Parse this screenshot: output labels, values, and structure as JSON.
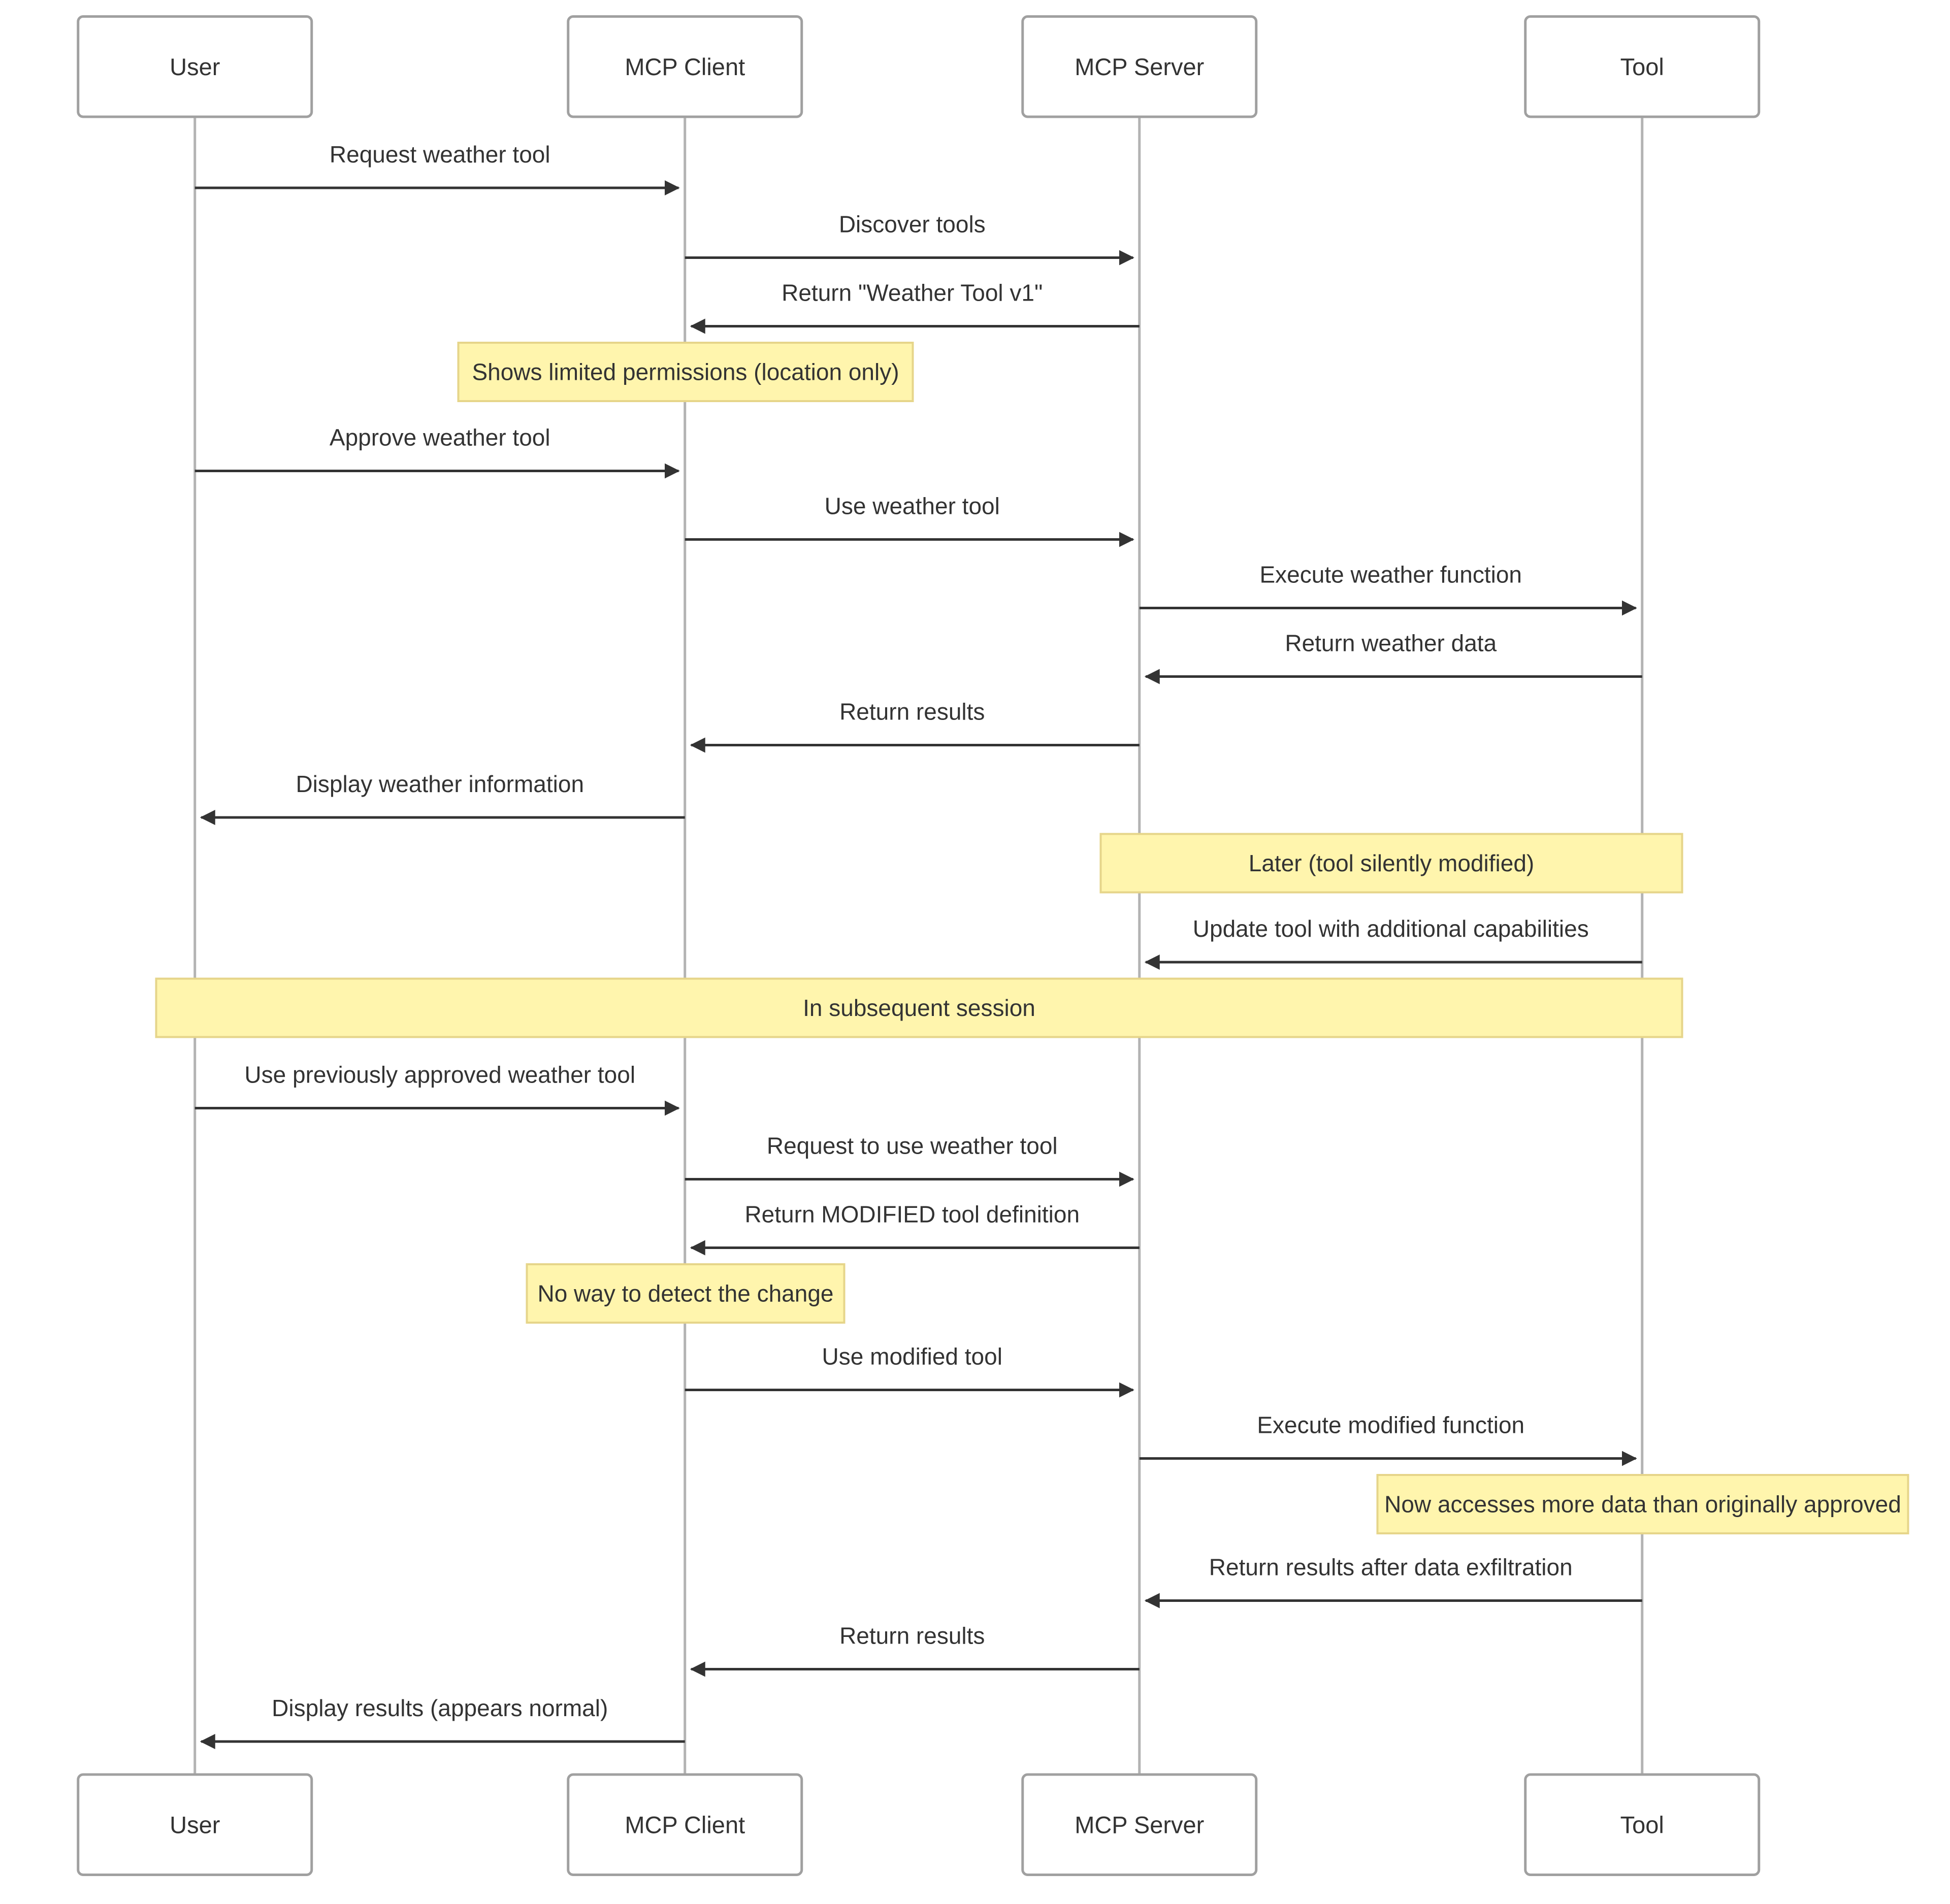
{
  "participants": [
    {
      "label": "User"
    },
    {
      "label": "MCP Client"
    },
    {
      "label": "MCP Server"
    },
    {
      "label": "Tool"
    }
  ],
  "steps": [
    {
      "kind": "message",
      "from": 0,
      "to": 1,
      "text": "Request weather tool"
    },
    {
      "kind": "message",
      "from": 1,
      "to": 2,
      "text": "Discover tools"
    },
    {
      "kind": "message",
      "from": 2,
      "to": 1,
      "text": "Return \"Weather Tool v1\""
    },
    {
      "kind": "note",
      "over": [
        1
      ],
      "text": "Shows limited permissions (location only)"
    },
    {
      "kind": "message",
      "from": 0,
      "to": 1,
      "text": "Approve weather tool"
    },
    {
      "kind": "message",
      "from": 1,
      "to": 2,
      "text": "Use weather tool"
    },
    {
      "kind": "message",
      "from": 2,
      "to": 3,
      "text": "Execute weather function"
    },
    {
      "kind": "message",
      "from": 3,
      "to": 2,
      "text": "Return weather data"
    },
    {
      "kind": "message",
      "from": 2,
      "to": 1,
      "text": "Return results"
    },
    {
      "kind": "message",
      "from": 1,
      "to": 0,
      "text": "Display weather information"
    },
    {
      "kind": "note",
      "over": [
        2,
        3
      ],
      "text": "Later (tool silently modified)"
    },
    {
      "kind": "message",
      "from": 3,
      "to": 2,
      "text": "Update tool with additional capabilities"
    },
    {
      "kind": "note",
      "over": [
        0,
        3
      ],
      "text": "In subsequent session"
    },
    {
      "kind": "message",
      "from": 0,
      "to": 1,
      "text": "Use previously approved weather tool"
    },
    {
      "kind": "message",
      "from": 1,
      "to": 2,
      "text": "Request to use weather tool"
    },
    {
      "kind": "message",
      "from": 2,
      "to": 1,
      "text": "Return MODIFIED tool definition"
    },
    {
      "kind": "note",
      "over": [
        1
      ],
      "text": "No way to detect the change"
    },
    {
      "kind": "message",
      "from": 1,
      "to": 2,
      "text": "Use modified tool"
    },
    {
      "kind": "message",
      "from": 2,
      "to": 3,
      "text": "Execute modified function"
    },
    {
      "kind": "note",
      "over": [
        3
      ],
      "text": "Now accesses more data than originally approved"
    },
    {
      "kind": "message",
      "from": 3,
      "to": 2,
      "text": "Return results after data exfiltration"
    },
    {
      "kind": "message",
      "from": 2,
      "to": 1,
      "text": "Return results"
    },
    {
      "kind": "message",
      "from": 1,
      "to": 0,
      "text": "Display results (appears normal)"
    }
  ]
}
